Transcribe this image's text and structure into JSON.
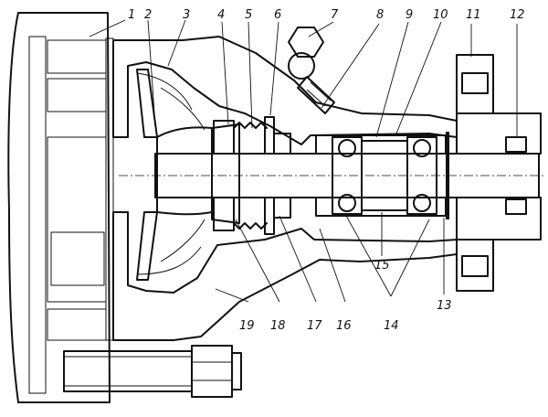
{
  "callouts": [
    {
      "key": "c1",
      "label": "1"
    },
    {
      "key": "c2",
      "label": "2"
    },
    {
      "key": "c3",
      "label": "3"
    },
    {
      "key": "c4",
      "label": "4"
    },
    {
      "key": "c5",
      "label": "5"
    },
    {
      "key": "c6",
      "label": "6"
    },
    {
      "key": "c7",
      "label": "7"
    },
    {
      "key": "c8",
      "label": "8"
    },
    {
      "key": "c9",
      "label": "9"
    },
    {
      "key": "c10",
      "label": "10"
    },
    {
      "key": "c11",
      "label": "11"
    },
    {
      "key": "c12",
      "label": "12"
    },
    {
      "key": "c13",
      "label": "13"
    },
    {
      "key": "c14",
      "label": "14"
    },
    {
      "key": "c15",
      "label": "15"
    },
    {
      "key": "c16",
      "label": "16"
    },
    {
      "key": "c17",
      "label": "17"
    },
    {
      "key": "c18",
      "label": "18"
    },
    {
      "key": "c19",
      "label": "19"
    }
  ]
}
